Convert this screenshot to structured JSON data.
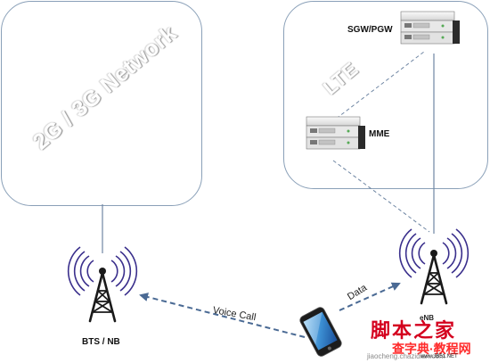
{
  "diagram": {
    "network_2g3g": {
      "label": "2G / 3G Network"
    },
    "network_lte": {
      "label": "LTE"
    },
    "nodes": {
      "sgw_pgw": {
        "label": "SGW/PGW",
        "icon": "server-rack-icon"
      },
      "mme": {
        "label": "MME",
        "icon": "server-rack-icon"
      },
      "bts": {
        "label": "BTS / NB",
        "icon": "radio-tower-icon"
      },
      "enb": {
        "label": "eNB",
        "icon": "radio-tower-icon"
      },
      "phone": {
        "icon": "smartphone-icon"
      }
    },
    "links": {
      "voice": {
        "label": "Voice Call",
        "style": "dashed-arrow"
      },
      "data": {
        "label": "Data",
        "style": "dashed-arrow"
      }
    },
    "colors": {
      "frame": "#8aa0b8",
      "link": "#4a6a94",
      "tower": "#1a1a1a",
      "waves": "#3a2f8c"
    }
  },
  "watermark": {
    "main": "脚本之家",
    "sub": "查字典·教程网",
    "url": "jiaocheng.chazidian.com",
    "url_small": "www.JB51.NET"
  }
}
